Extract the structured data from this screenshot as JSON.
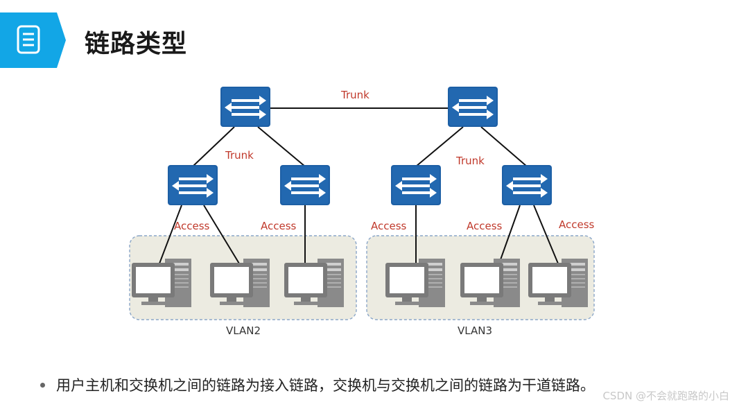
{
  "title": "链路类型",
  "diagram": {
    "trunk_top": "Trunk",
    "trunk_left": "Trunk",
    "trunk_right": "Trunk",
    "access_labels": [
      "Access",
      "Access",
      "Access",
      "Access",
      "Access"
    ],
    "vlan_left": "VLAN2",
    "vlan_right": "VLAN3"
  },
  "bullet": "用户主机和交换机之间的链路为接入链路，交换机与交换机之间的链路为干道链路。",
  "watermark": "CSDN @不会就跑路的小白",
  "colors": {
    "accent": "#12a6e6",
    "switch": "#1d5fa5",
    "link_label": "#c0392b",
    "vlan_zone": "#ecebe1"
  }
}
